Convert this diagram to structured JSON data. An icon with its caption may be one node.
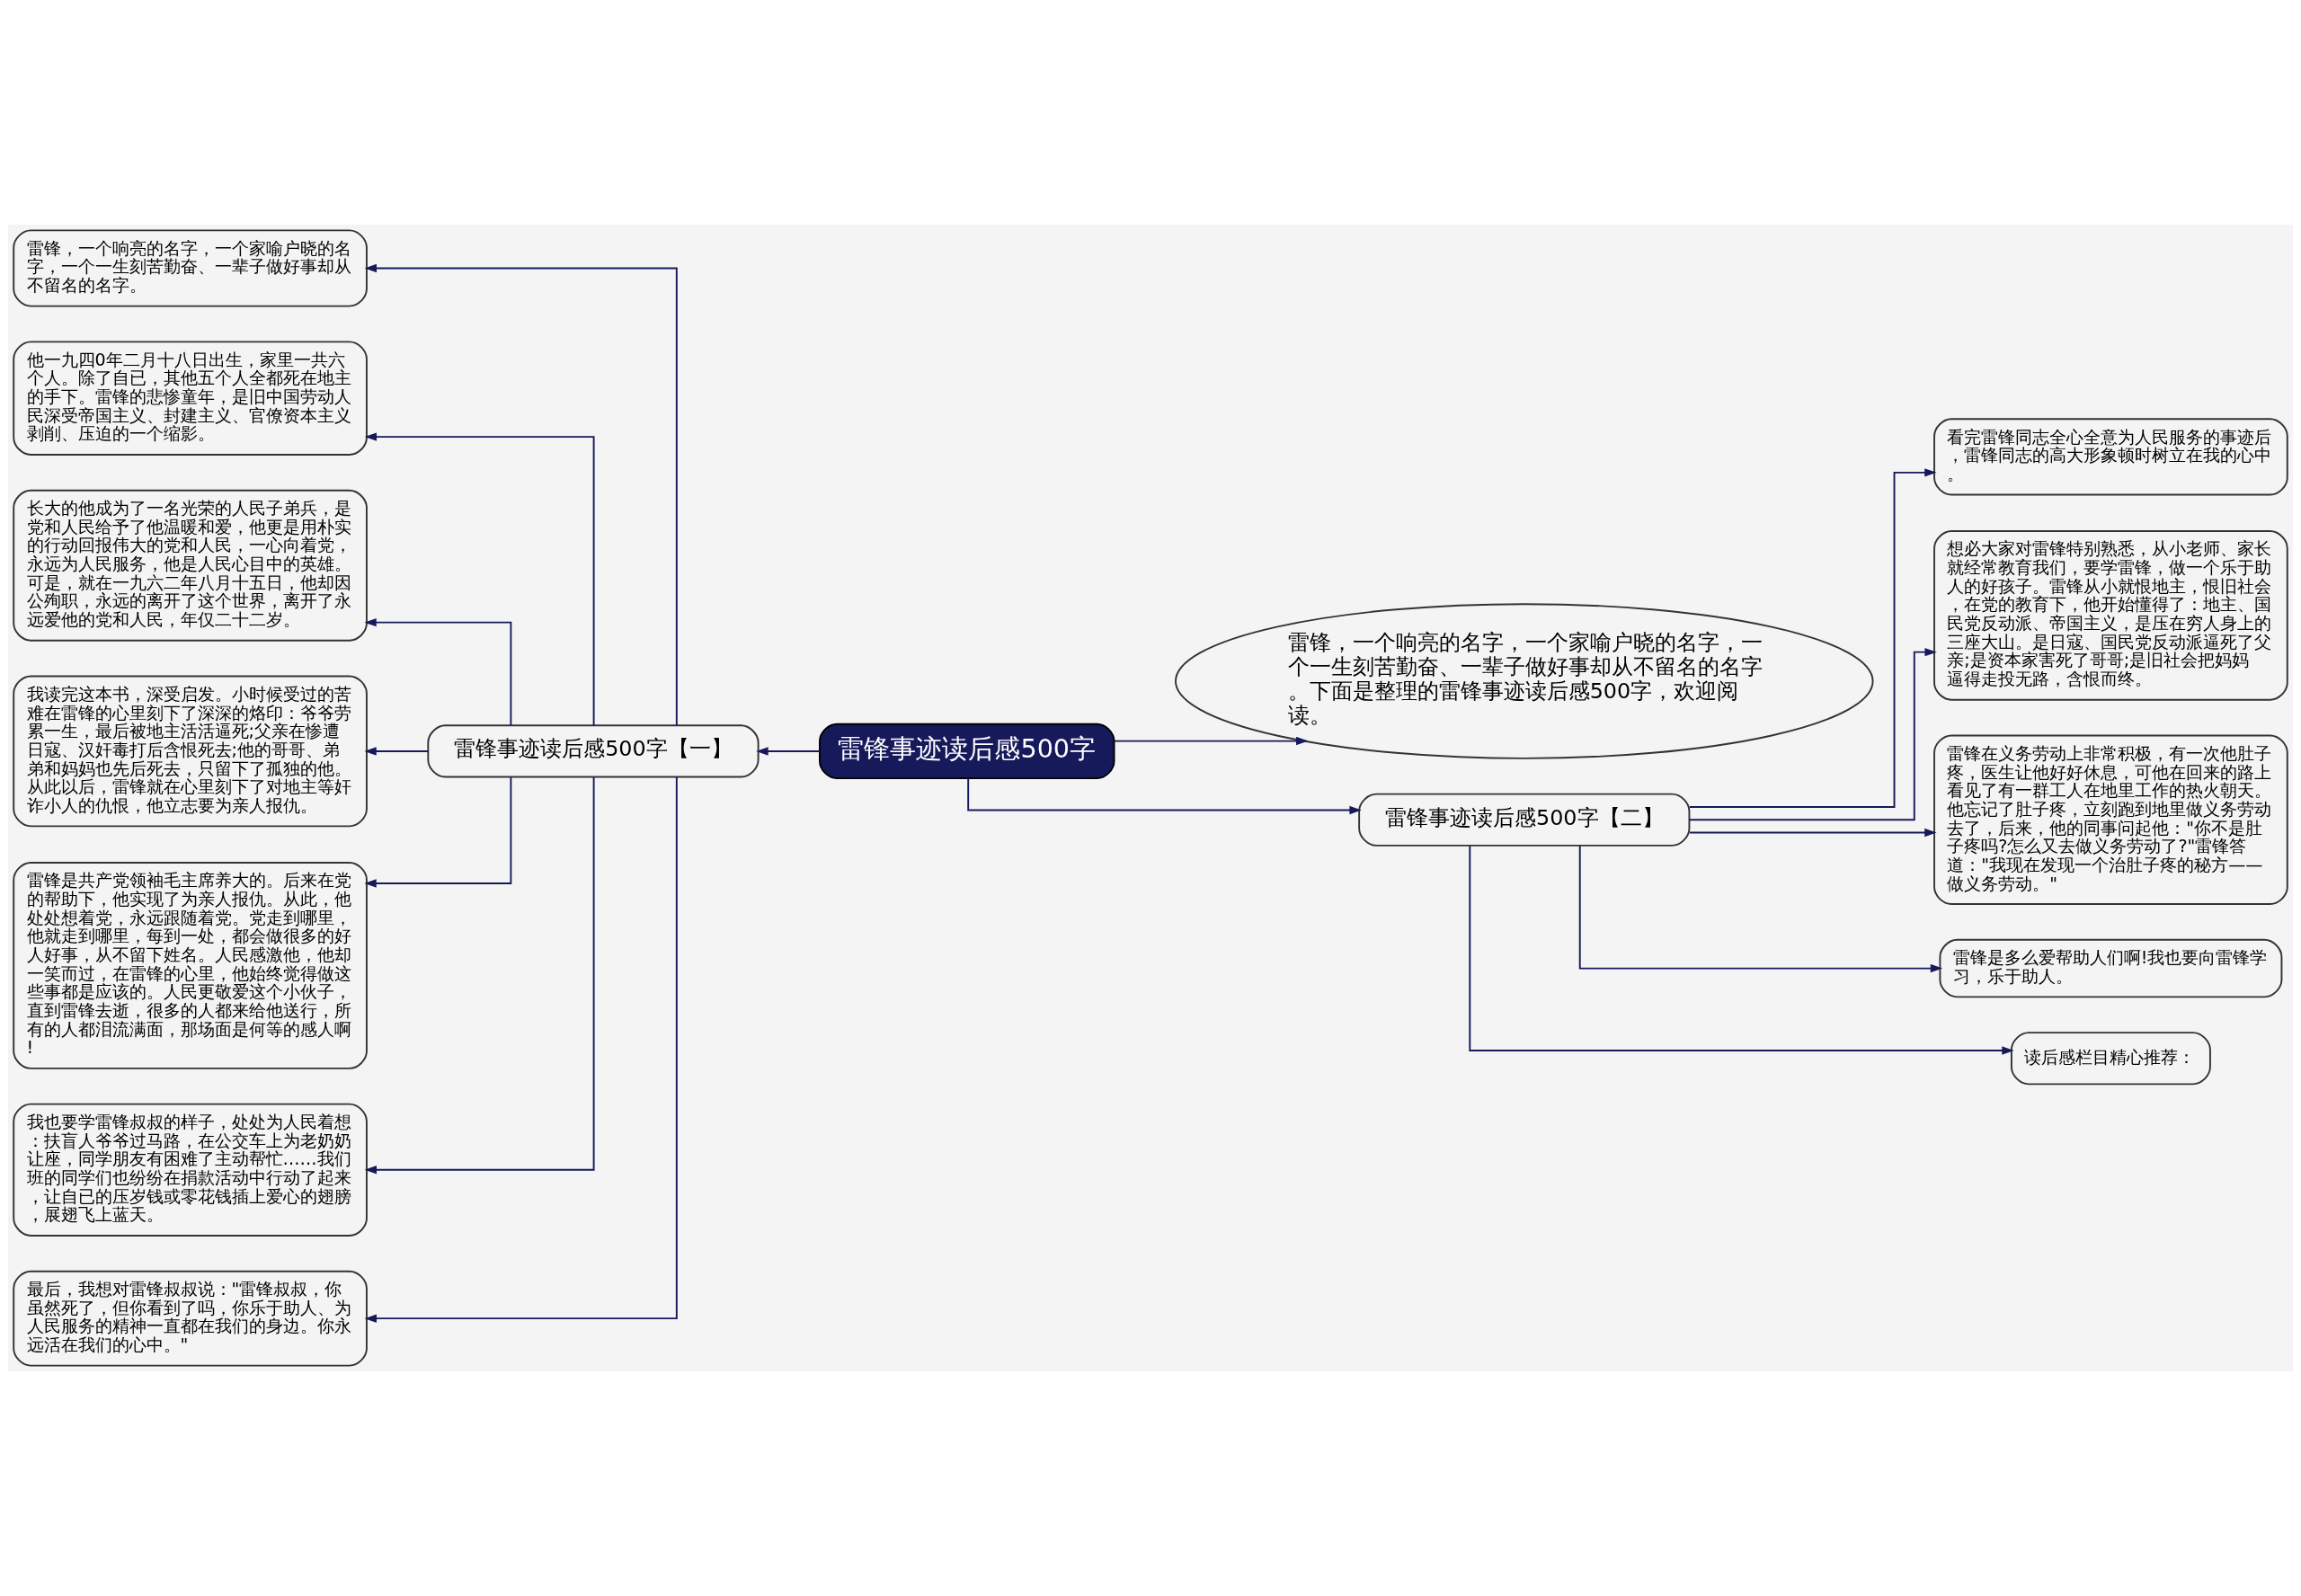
{
  "diagram": {
    "nodes": [
      {
        "text": [
          "雷锋事迹读后感500字"
        ]
      },
      {
        "text": [
          "雷锋事迹读后感500字【一】"
        ]
      },
      {
        "text": [
          "雷锋，一个响亮的名字，一个家喻户晓的名字，一个一生刻苦勤奋、一辈子做好事却从不留名的名字。"
        ]
      },
      {
        "text": [
          "他一九四0年二月十八日出生，家里一共六个人。除了自已，其他五个人全都死在地主的手下。雷锋的悲惨童年，是旧中国劳动人民深受帝国主义、封建主义、官僚资本主义剥削、压迫的一个缩影。"
        ]
      },
      {
        "text": [
          "长大的他成为了一名光荣的人民子弟兵，是党和人民给予了他温暖和爱，他更是用朴实的行动回报伟大的党和人民，一心向着党，永远为人民服务，他是人民心目中的英雄。可是，就在一九六二年八月十五日，他却因公殉职，永远的离开了这个世界，离开了永远爱他的党和人民，年仅二十二岁。"
        ]
      },
      {
        "text": [
          "我读完这本书，深受启发。小时候受过的苦难在雷锋的心里刻下了深深的烙印：爷爷劳累一生，最后被地主活活逼死;父亲在惨遭日寇、汉奸毒打后含恨死去;他的哥哥、弟弟和妈妈也先后死去，只留下了孤独的他。从此以后，雷锋就在心里刻下了对地主等奸诈小人的仇恨，他立志要为亲人报仇。"
        ]
      },
      {
        "text": [
          "雷锋是共产党领袖毛主席养大的。后来在党的帮助下，他实现了为亲人报仇。从此，他处处想着党，永远跟随着党。党走到哪里，他就走到哪里，每到一处，都会做很多的好人好事，从不留下姓名。人民感激他，他却一笑而过，在雷锋的心里，他始终觉得做这些事都是应该的。人民更敬爱这个小伙子，直到雷锋去逝，很多的人都来给他送行，所有的人都泪流满面，那场面是何等的感人啊!"
        ]
      },
      {
        "text": [
          "我也要学雷锋叔叔的样子，处处为人民着想：扶盲人爷爷过马路，在公交车上为老奶奶让座，同学朋友有困难了主动帮忙……我们班的同学们也纷纷在捐款活动中行动了起来，让自已的压岁钱或零花钱插上爱心的翅膀，展翅飞上蓝天。"
        ]
      },
      {
        "text": [
          "最后，我想对雷锋叔叔说：\"雷锋叔叔，你虽然死了，但你看到了吗，你乐于助人、为人民服务的精神一直都在我们的身边。你永远活在我们的心中。\""
        ]
      },
      {
        "text": [
          "雷锋，一个响亮的名字，一个家喻户晓的名字，一个一生刻苦勤奋、一辈子做好事却从不留名的名字。下面是整理的雷锋事迹读后感500字，欢迎阅读。"
        ]
      },
      {
        "text": [
          "雷锋事迹读后感500字【二】"
        ]
      },
      {
        "text": [
          "看完雷锋同志全心全意为人民服务的事迹后，雷锋同志的高大形象顿时树立在我的心中。"
        ]
      },
      {
        "text": [
          "想必大家对雷锋特别熟悉，从小老师、家长就经常教育我们，要学雷锋，做一个乐于助人的好孩子。雷锋从小就恨地主，恨旧社会，在党的教育下，他开始懂得了：地主、国民党反动派、帝国主义，是压在穷人身上的三座大山。是日寇、国民党反动派逼死了父亲;是资本家害死了哥哥;是旧社会把妈妈逼得走投无路，含恨而终。"
        ]
      },
      {
        "text": [
          "雷锋在义务劳动上非常积极，有一次他肚子疼，医生让他好好休息，可他在回来的路上看见了有一群工人在地里工作的热火朝天。他忘记了肚子疼，立刻跑到地里做义务劳动去了，后来，他的同事问起他：\"你不是肚子疼吗?怎么又去做义务劳动了?\"雷锋答道：\"我现在发现一个治肚子疼的秘方——做义务劳动。\""
        ]
      },
      {
        "text": [
          "雷锋是多么爱帮助人们啊!我也要向雷锋学习，乐于助人。"
        ]
      },
      {
        "text": [
          "读后感栏目精心推荐："
        ]
      }
    ],
    "edges": [
      {
        "from": 0,
        "to": 1,
        "arrow": "to"
      },
      {
        "from": 1,
        "to": 2,
        "arrow": "to"
      },
      {
        "from": 1,
        "to": 3,
        "arrow": "to"
      },
      {
        "from": 1,
        "to": 4,
        "arrow": "to"
      },
      {
        "from": 1,
        "to": 5,
        "arrow": "to"
      },
      {
        "from": 1,
        "to": 6,
        "arrow": "to"
      },
      {
        "from": 1,
        "to": 7,
        "arrow": "to"
      },
      {
        "from": 1,
        "to": 8,
        "arrow": "to"
      },
      {
        "from": 0,
        "to": 9,
        "arrow": "to"
      },
      {
        "from": 0,
        "to": 10,
        "arrow": "to"
      },
      {
        "from": 10,
        "to": 11,
        "arrow": "to"
      },
      {
        "from": 10,
        "to": 12,
        "arrow": "to"
      },
      {
        "from": 10,
        "to": 13,
        "arrow": "to"
      },
      {
        "from": 10,
        "to": 14,
        "arrow": "to"
      },
      {
        "from": 10,
        "to": 15,
        "arrow": "to"
      }
    ]
  }
}
